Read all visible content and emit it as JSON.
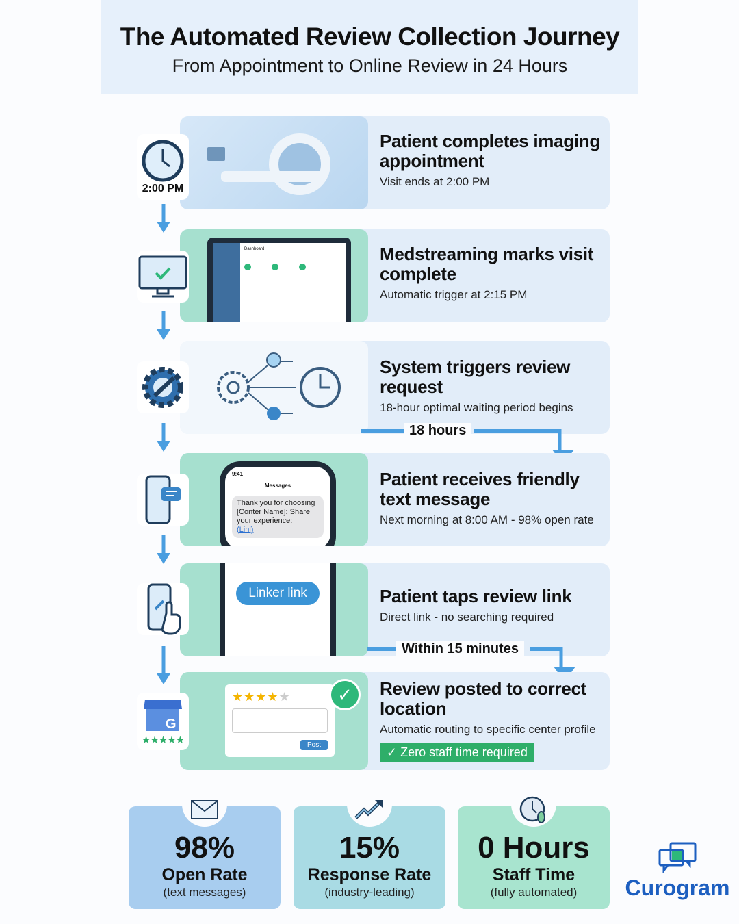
{
  "header": {
    "title": "The Automated Review Collection Journey",
    "subtitle": "From Appointment to Online Review in 24 Hours"
  },
  "steps": [
    {
      "title": "Patient completes imaging appointment",
      "subtitle": "Visit ends at 2:00 PM",
      "icon": "clock-icon",
      "icon_label": "2:00 PM"
    },
    {
      "title": "Medstreaming marks visit complete",
      "subtitle": "Automatic trigger at 2:15 PM",
      "icon": "monitor-check-icon",
      "screen_label": "Dashboard"
    },
    {
      "title": "System triggers review request",
      "subtitle": "18-hour optimal waiting period begins",
      "icon": "gear-wrench-icon"
    },
    {
      "title": "Patient receives friendly text message",
      "subtitle": "Next morning at 8:00 AM - 98% open rate",
      "icon": "phone-message-icon",
      "phone": {
        "time": "9:41",
        "header": "Messages",
        "message": "Thank you for choosing [Conter Name]: Share your experience:",
        "link": "(Linl)"
      }
    },
    {
      "title": "Patient taps review link",
      "subtitle": "Direct link - no searching required",
      "icon": "phone-tap-icon",
      "button": "Linker link"
    },
    {
      "title": "Review posted to correct location",
      "subtitle": "Automatic routing to specific center profile",
      "icon": "google-business-icon",
      "badge": "✓ Zero staff time required",
      "post_label": "Post"
    }
  ],
  "timers": {
    "first": "18 hours",
    "second": "Within 15 minutes"
  },
  "stats": [
    {
      "value": "98%",
      "label": "Open Rate",
      "desc": "(text messages)",
      "icon": "envelope-icon",
      "color": "#a8cdef"
    },
    {
      "value": "15%",
      "label": "Response Rate",
      "desc": "(industry-leading)",
      "icon": "trend-up-icon",
      "color": "#a9dbe4"
    },
    {
      "value": "0 Hours",
      "label": "Staff Time",
      "desc": "(fully automated)",
      "icon": "clock-zero-icon",
      "color": "#a8e4cf"
    }
  ],
  "brand": {
    "name": "Curogram",
    "color": "#1d5fc0",
    "accent": "#2eb87a"
  }
}
